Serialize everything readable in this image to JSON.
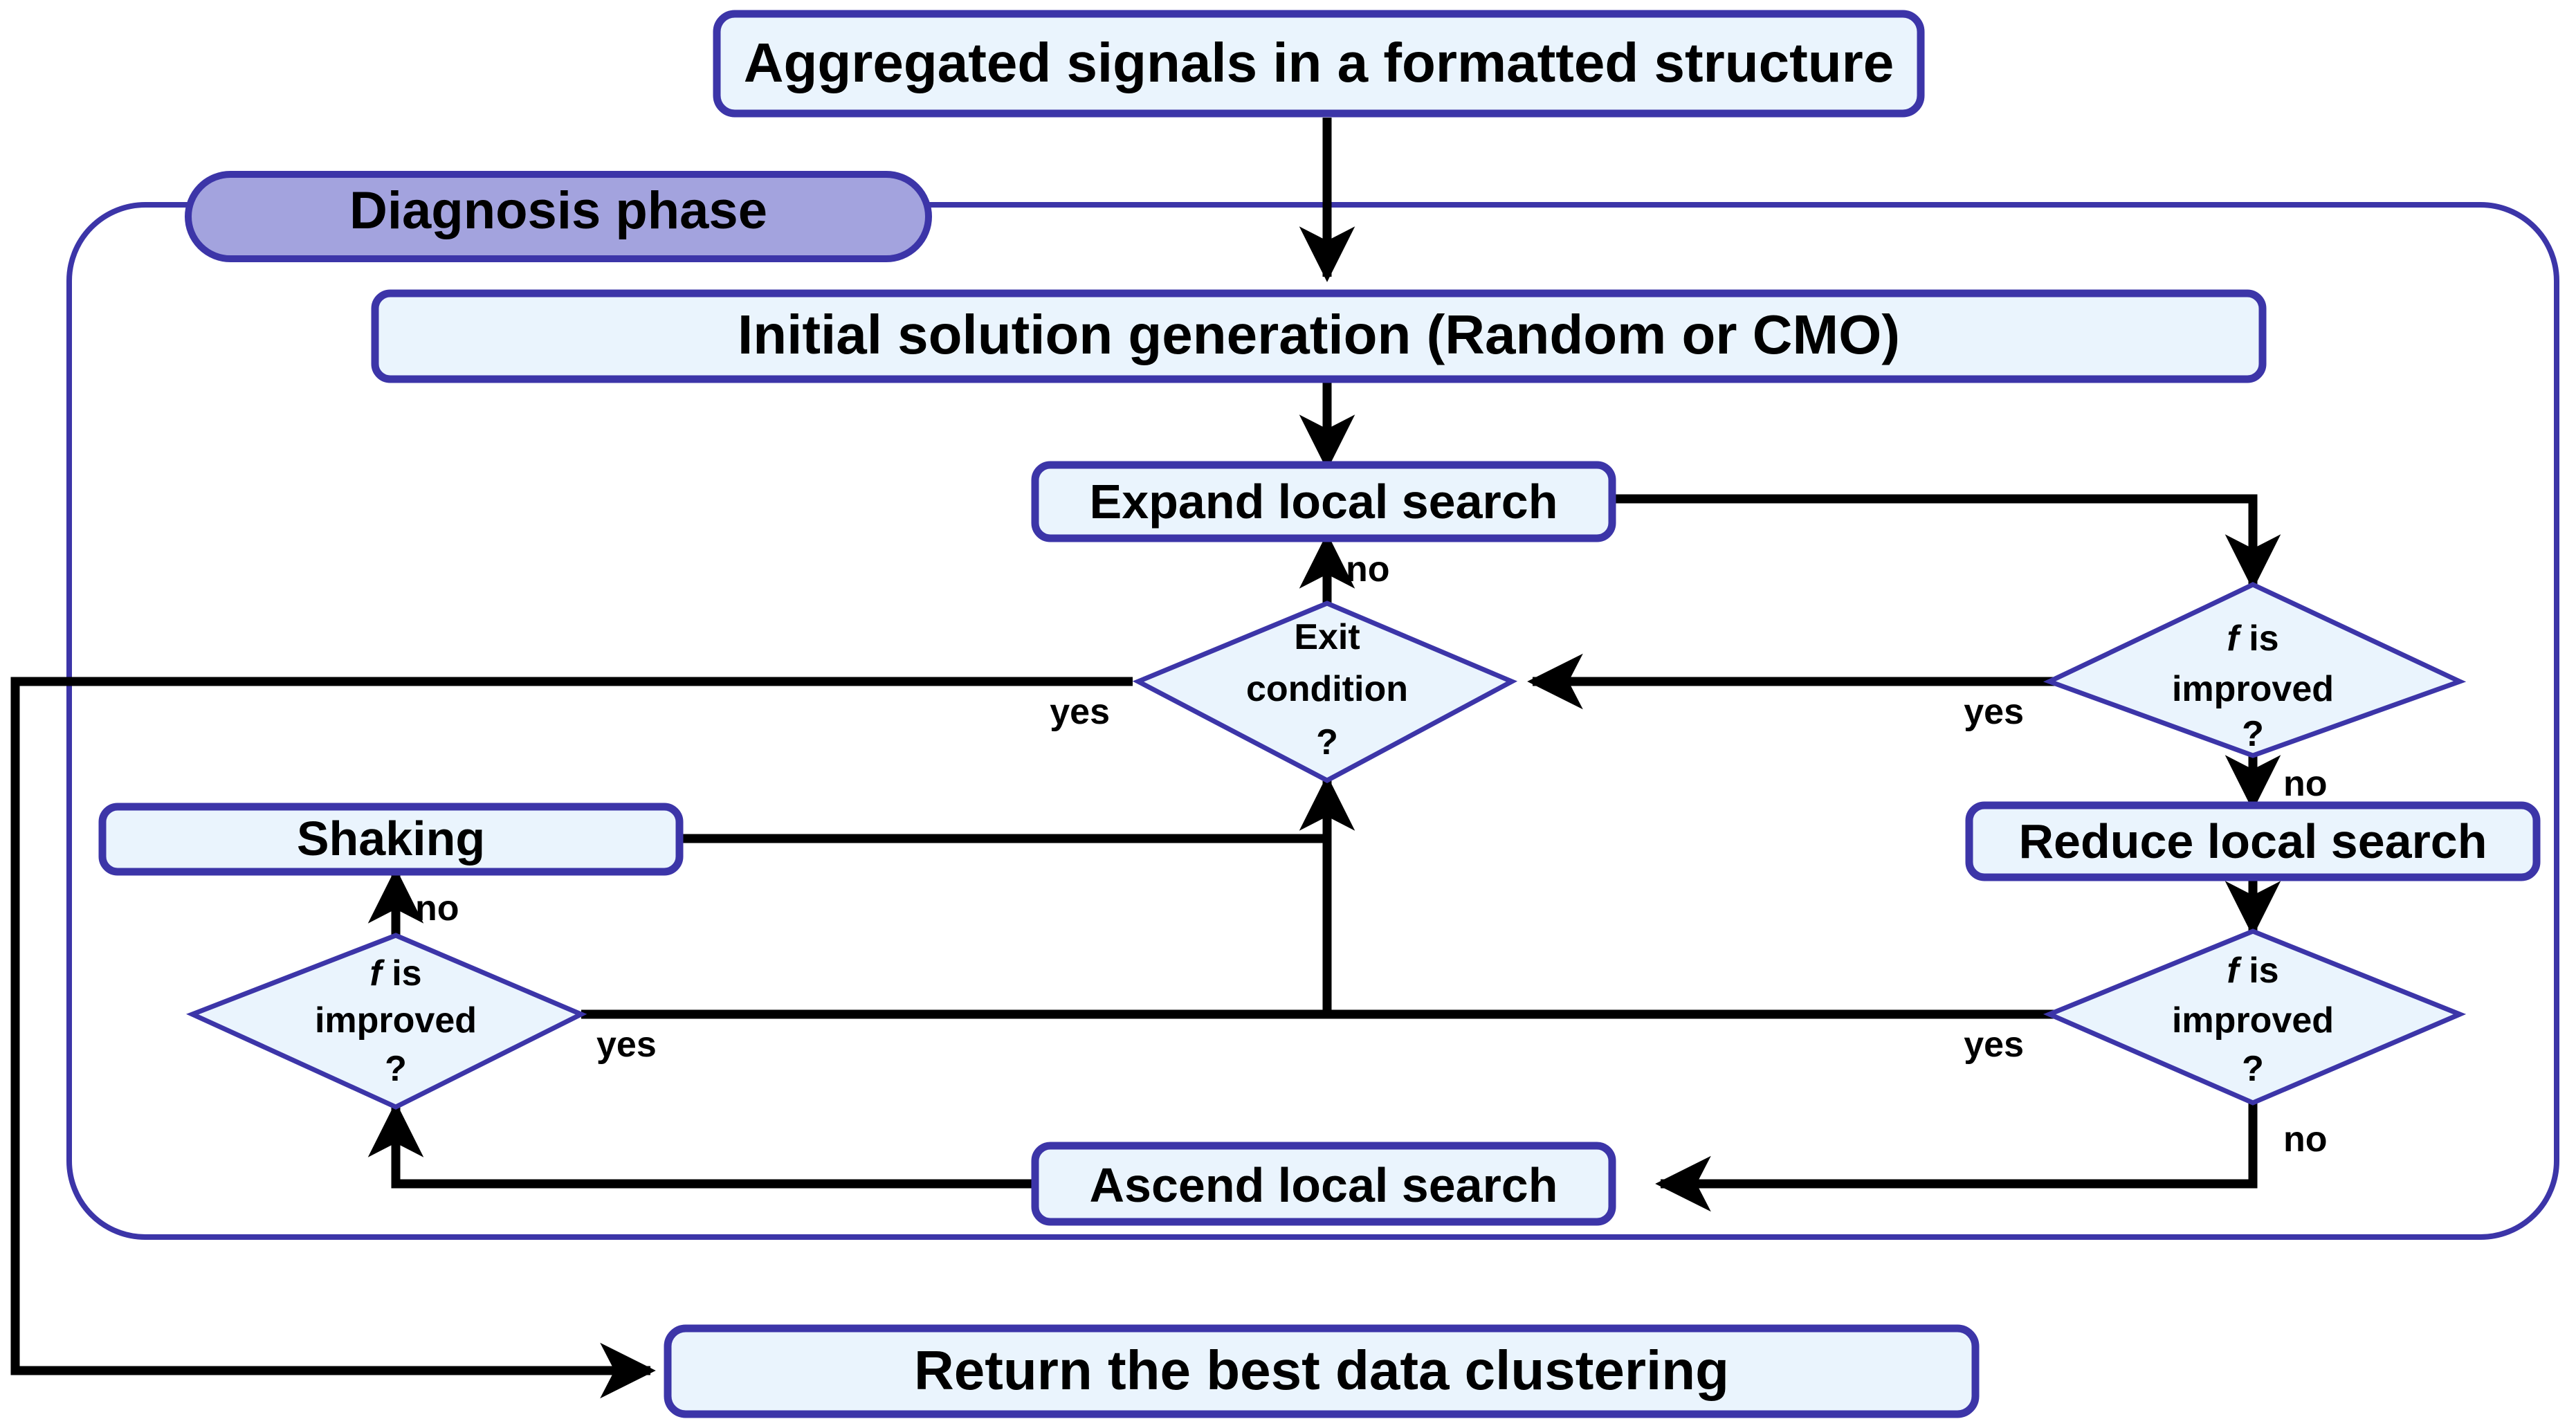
{
  "diagram": {
    "title_node": {
      "label": "Aggregated signals in a formatted structure"
    },
    "phase": {
      "label": "Diagnosis phase",
      "fill": "#a3a3de",
      "stroke": "#3c35a8"
    },
    "nodes": {
      "initial_solution": {
        "label": "Initial solution generation (Random or CMO)"
      },
      "expand_local_search": {
        "label": "Expand local search"
      },
      "reduce_local_search": {
        "label": "Reduce local search"
      },
      "ascend_local_search": {
        "label": "Ascend local search"
      },
      "shaking": {
        "label": "Shaking"
      },
      "return_result": {
        "label": "Return the best data clustering"
      }
    },
    "decisions": {
      "exit_condition": {
        "line1": "Exit",
        "line2": "condition",
        "line3": "?"
      },
      "f_improved_top_right": {
        "line1_italic": "f",
        "line1_rest": " is",
        "line2": "improved",
        "line3": "?"
      },
      "f_improved_bottom_right": {
        "line1_italic": "f",
        "line1_rest": " is",
        "line2": "improved",
        "line3": "?"
      },
      "f_improved_left": {
        "line1_italic": "f",
        "line1_rest": " is",
        "line2": "improved",
        "line3": "?"
      }
    },
    "edge_labels": {
      "exit_no": "no",
      "exit_yes": "yes",
      "top_right_yes": "yes",
      "top_right_no": "no",
      "bottom_right_yes": "yes",
      "bottom_right_no": "no",
      "left_no": "no",
      "left_yes": "yes"
    },
    "colors": {
      "node_fill": "#eaf4fd",
      "node_stroke": "#3c35a8",
      "phase_fill": "#a3a3de",
      "edge": "#000000",
      "text": "#000000"
    }
  }
}
